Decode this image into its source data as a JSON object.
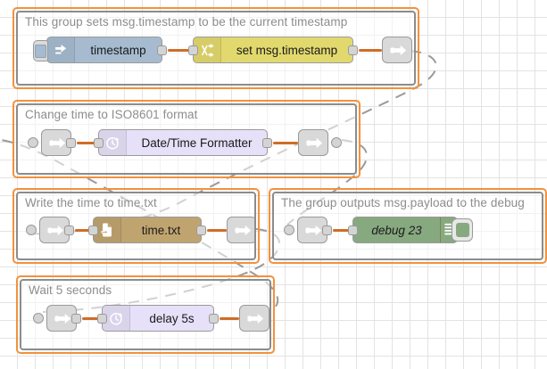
{
  "app": {
    "name": "node-red-flow-editor",
    "canvas_background": "#ffffff",
    "grid_color": "#e3e3e3",
    "group_border_color": "#f3913e",
    "group_inner_border_color": "#8c8c8c",
    "wire_color": "#cf6d26",
    "link_line_color": "#999999"
  },
  "groups": [
    {
      "id": "group-timestamp",
      "title": "This group sets msg.timestamp to be the current timestamp",
      "nodes": [
        {
          "id": "inject-timestamp",
          "type": "inject",
          "label": "timestamp",
          "icon": "inject-arrow-icon",
          "color": "#a6bbcf",
          "has_inject_button": true
        },
        {
          "id": "change-set-timestamp",
          "type": "change",
          "label": "set msg.timestamp",
          "icon": "shuffle-icon",
          "color": "#e2d96e"
        },
        {
          "id": "link-out-1",
          "type": "link out",
          "label": "",
          "icon": "link-out-icon",
          "color": "#d9d9d9"
        }
      ]
    },
    {
      "id": "group-iso8601",
      "title": "Change time to ISO8601 format",
      "nodes": [
        {
          "id": "link-in-2",
          "type": "link in",
          "label": "",
          "icon": "link-in-icon",
          "color": "#d9d9d9"
        },
        {
          "id": "date-time-formatter",
          "type": "date/time formatter",
          "label": "Date/Time Formatter",
          "icon": "clock-icon",
          "color": "#e6e0f8"
        },
        {
          "id": "link-out-2",
          "type": "link out",
          "label": "",
          "icon": "link-out-icon",
          "color": "#d9d9d9"
        }
      ]
    },
    {
      "id": "group-writefile",
      "title": "Write the time to time.txt",
      "nodes": [
        {
          "id": "link-in-3",
          "type": "link in",
          "label": "",
          "icon": "link-in-icon",
          "color": "#d9d9d9"
        },
        {
          "id": "file-node",
          "type": "file",
          "label": "time.txt",
          "icon": "file-write-icon",
          "color": "#c0a470"
        },
        {
          "id": "link-out-3",
          "type": "link out",
          "label": "",
          "icon": "link-out-icon",
          "color": "#d9d9d9"
        }
      ]
    },
    {
      "id": "group-debug",
      "title": "The group outputs msg.payload to the debug",
      "nodes": [
        {
          "id": "link-in-4",
          "type": "link in",
          "label": "",
          "icon": "link-in-icon",
          "color": "#d9d9d9"
        },
        {
          "id": "debug-23",
          "type": "debug",
          "label": "debug 23",
          "icon": "debug-lines-icon",
          "color": "#87a980",
          "toggle_state": "enabled"
        }
      ]
    },
    {
      "id": "group-delay",
      "title": "Wait 5 seconds",
      "nodes": [
        {
          "id": "link-in-5",
          "type": "link in",
          "label": "",
          "icon": "link-in-icon",
          "color": "#d9d9d9"
        },
        {
          "id": "delay-node",
          "type": "delay",
          "label": "delay 5s",
          "icon": "clock-icon",
          "color": "#e6e0f8"
        },
        {
          "id": "link-out-5",
          "type": "link out",
          "label": "",
          "icon": "link-out-icon",
          "color": "#d9d9d9"
        }
      ]
    }
  ]
}
